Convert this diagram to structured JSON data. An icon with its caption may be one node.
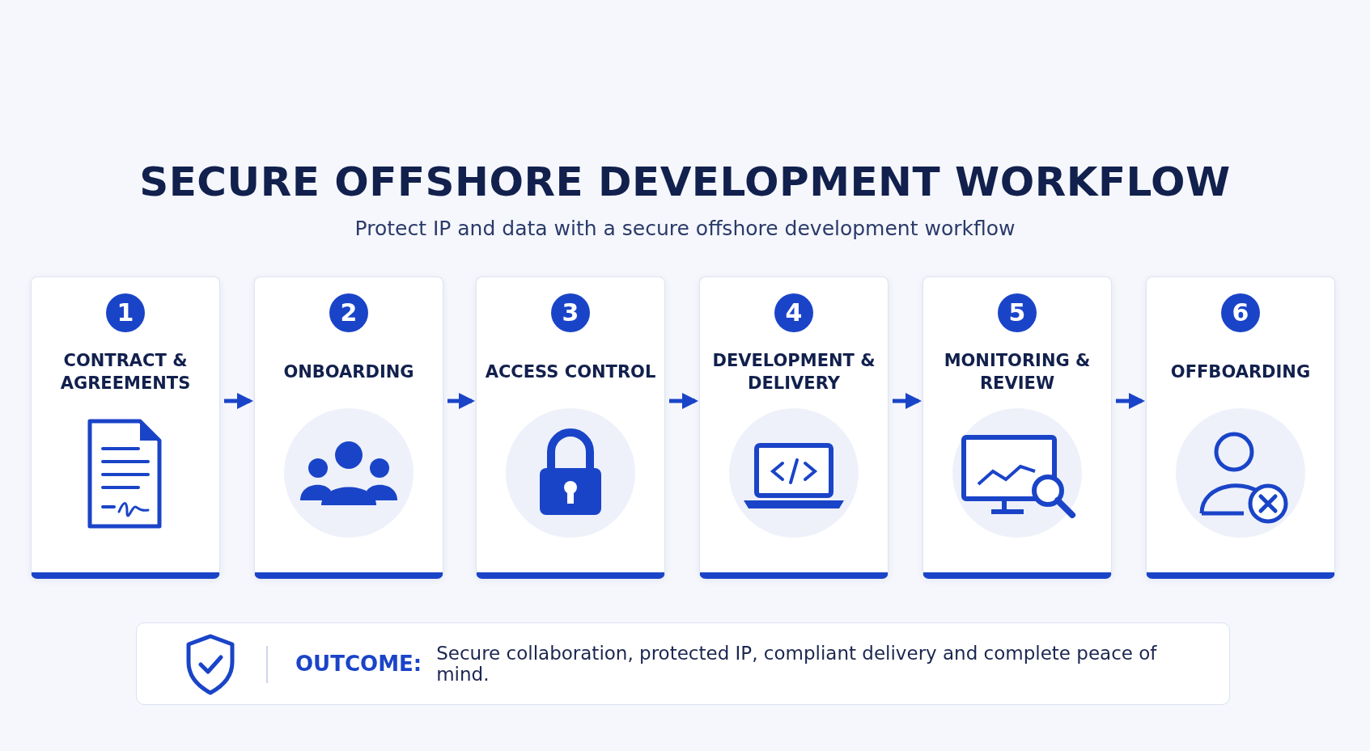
{
  "diagram": {
    "title": "SECURE OFFSHORE DEVELOPMENT WORKFLOW",
    "caption": "Protect IP and data with a secure offshore development workflow",
    "nodes": [
      {
        "text": [
          "1",
          "CONTRACT & AGREEMENTS"
        ]
      },
      {
        "text": [
          "2",
          "ONBOARDING"
        ]
      },
      {
        "text": [
          "3",
          "ACCESS CONTROL"
        ]
      },
      {
        "text": [
          "4",
          "DEVELOPMENT & DELIVERY"
        ]
      },
      {
        "text": [
          "5",
          "MONITORING & REVIEW"
        ]
      },
      {
        "text": [
          "6",
          "OFFBOARDING"
        ]
      },
      {
        "text": [
          "OUTCOME:",
          "Secure collaboration, protected IP, compliant delivery and complete peace of mind."
        ]
      }
    ],
    "edges": [
      {
        "from": 0,
        "to": 1,
        "arrow": "to"
      },
      {
        "from": 1,
        "to": 2,
        "arrow": "to"
      },
      {
        "from": 2,
        "to": 3,
        "arrow": "to"
      },
      {
        "from": 3,
        "to": 4,
        "arrow": "to"
      },
      {
        "from": 4,
        "to": 5,
        "arrow": "to"
      }
    ]
  }
}
